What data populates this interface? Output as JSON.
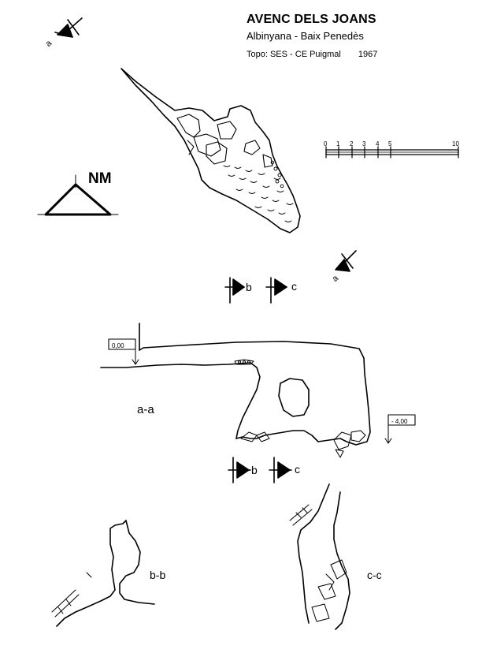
{
  "header": {
    "title": "AVENC DELS JOANS",
    "subtitle": "Albinyana - Baix Penedès",
    "topo": "Topo: SES - CE Puigmal",
    "year": "1967"
  },
  "north": {
    "label": "NM"
  },
  "scale": {
    "ticks": [
      "0",
      "1",
      "2",
      "3",
      "4",
      "5",
      "10"
    ]
  },
  "section_markers": {
    "b": "b",
    "c": "c"
  },
  "section_aa": {
    "label": "a-a",
    "level_top": "0,00",
    "level_bottom": "- 4,00"
  },
  "section_bb": {
    "label": "b-b"
  },
  "section_cc": {
    "label": "c-c"
  },
  "cut_mark": {
    "letter": "a"
  }
}
